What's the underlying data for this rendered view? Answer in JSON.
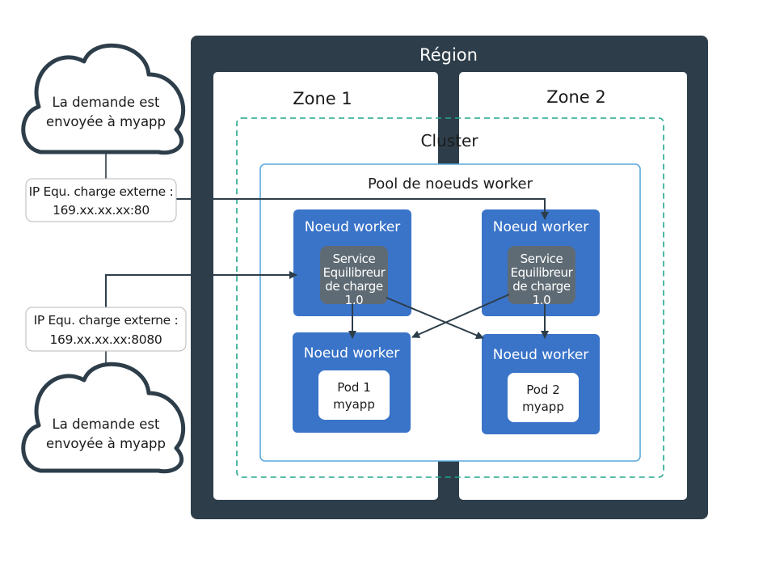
{
  "region": {
    "label": "Région"
  },
  "zones": [
    {
      "label": "Zone 1"
    },
    {
      "label": "Zone 2"
    }
  ],
  "cluster": {
    "label": "Cluster"
  },
  "worker_pool": {
    "label": "Pool de noeuds worker"
  },
  "workers": [
    {
      "label": "Noeud worker",
      "service_lines": [
        "Service",
        "Equilibreur",
        "de charge",
        "1.0"
      ]
    },
    {
      "label": "Noeud worker",
      "service_lines": [
        "Service",
        "Equilibreur",
        "de charge",
        "1.0"
      ]
    },
    {
      "label": "Noeud worker",
      "pod_lines": [
        "Pod 1",
        "myapp"
      ]
    },
    {
      "label": "Noeud worker",
      "pod_lines": [
        "Pod 2",
        "myapp"
      ]
    }
  ],
  "clouds": [
    {
      "lines": [
        "La demande est",
        "envoyée à myapp"
      ]
    },
    {
      "lines": [
        "La demande est",
        "envoyée à myapp"
      ]
    }
  ],
  "ip_boxes": [
    {
      "label": "IP Equ. charge externe :",
      "address": "169.xx.xx.xx:80"
    },
    {
      "label": "IP Equ. charge externe :",
      "address": "169.xx.xx.xx:8080"
    }
  ],
  "colors": {
    "region": "#2d3e4a",
    "worker": "#3a74c9",
    "service": "#5f6b74",
    "cluster_border": "#23a68d",
    "pool_border": "#5aa8dc"
  }
}
